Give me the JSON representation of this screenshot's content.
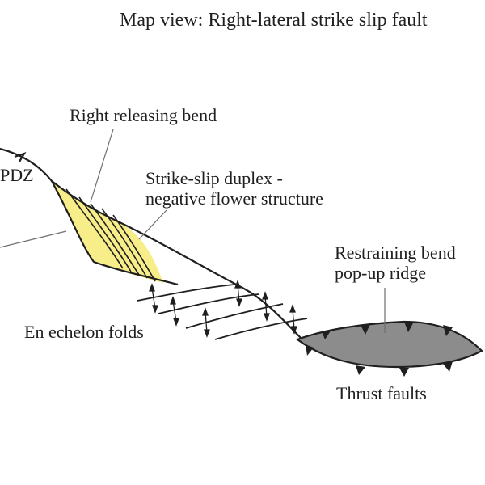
{
  "title": "Map view: Right-lateral strike slip fault",
  "labels": {
    "right_releasing_bend": "Right releasing bend",
    "pdz": "PDZ",
    "duplex_line1": "Strike-slip duplex -",
    "duplex_line2": "negative flower structure",
    "restraining_line1": "Restraining bend",
    "restraining_line2": "pop-up ridge",
    "en_echelon_folds": "En echelon folds",
    "thrust_faults": "Thrust faults"
  },
  "colors": {
    "fault_line": "#1f1f1f",
    "releasing_bend_fill": "#f7ee8a",
    "popup_ridge_fill": "#8c8c8c",
    "leader_line": "#6e6e6e"
  }
}
